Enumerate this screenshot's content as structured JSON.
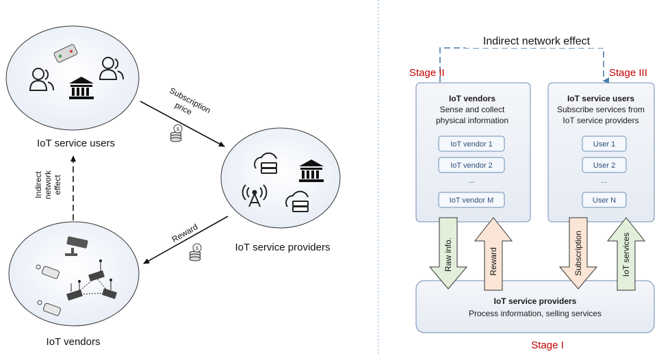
{
  "left": {
    "users_label": "IoT service users",
    "providers_label": "IoT service providers",
    "vendors_label": "IoT vendors",
    "subscription_label_line1": "Subscription",
    "subscription_label_line2": "price",
    "reward_label": "Reward",
    "indirect_line1": "Indirect",
    "indirect_line2": "network",
    "indirect_line3": "effect"
  },
  "right": {
    "indirect_effect_label": "Indirect network effect",
    "stage2": "Stage II",
    "stage3": "Stage III",
    "stage1": "Stage I",
    "vendors_box": {
      "title": "IoT vendors",
      "line1": "Sense and collect",
      "line2": "physical information",
      "items": [
        "IoT vendor 1",
        "IoT vendor 2",
        "...",
        "IoT vendor M"
      ]
    },
    "users_box": {
      "title": "IoT service users",
      "line1": "Subscribe services from",
      "line2": "IoT service providers",
      "items": [
        "User 1",
        "User 2",
        "...",
        "User N"
      ]
    },
    "providers_box": {
      "title": "IoT service providers",
      "line1": "Process information, selling services"
    },
    "arrows": {
      "raw_info": "Raw info.",
      "reward": "Reward",
      "subscription": "Subscription",
      "iot_services": "IoT services"
    }
  },
  "colors": {
    "circle_fill": "#e9eef7",
    "box_fill": "#eef2f8",
    "box_border": "#6d8bb5",
    "stage_red": "#c00000",
    "dash_blue": "#4a7aa8",
    "green_arrow": "#e2efda",
    "peach_arrow": "#fbe5d6"
  }
}
